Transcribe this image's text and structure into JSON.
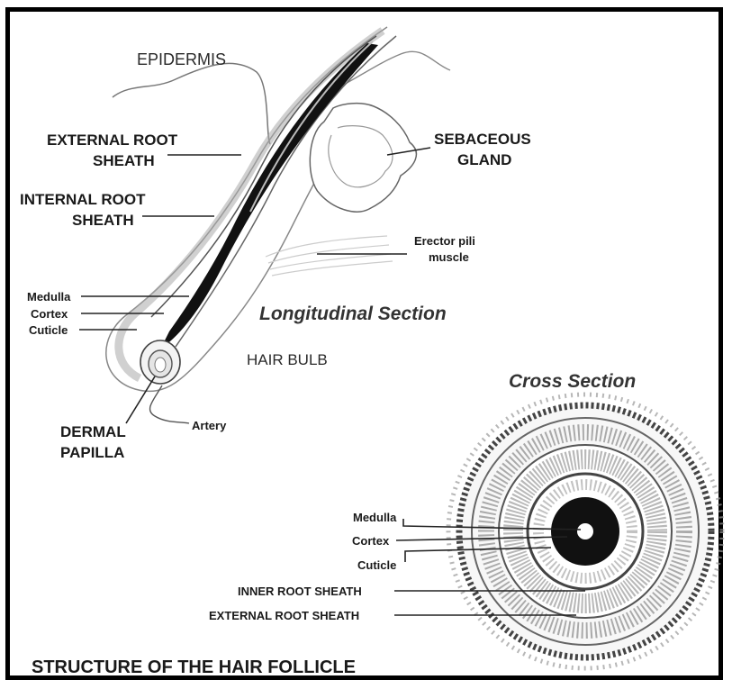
{
  "title": "STRUCTURE OF THE HAIR FOLLICLE",
  "longitudinal": {
    "heading": "Longitudinal Section",
    "epidermis": "EPIDERMIS",
    "external_root_sheath": [
      "EXTERNAL ROOT",
      "SHEATH"
    ],
    "internal_root_sheath": [
      "INTERNAL ROOT",
      "SHEATH"
    ],
    "sebaceous_gland": [
      "SEBACEOUS",
      "GLAND"
    ],
    "erector_pili": [
      "Erector pili",
      "muscle"
    ],
    "medulla": "Medulla",
    "cortex": "Cortex",
    "cuticle": "Cuticle",
    "hair_bulb": "HAIR BULB",
    "dermal_papilla": [
      "DERMAL",
      "PAPILLA"
    ],
    "artery": "Artery"
  },
  "cross": {
    "heading": "Cross Section",
    "medulla": "Medulla",
    "cortex": "Cortex",
    "cuticle": "Cuticle",
    "inner_root_sheath": "INNER ROOT SHEATH",
    "external_root_sheath": "EXTERNAL ROOT SHEATH"
  }
}
